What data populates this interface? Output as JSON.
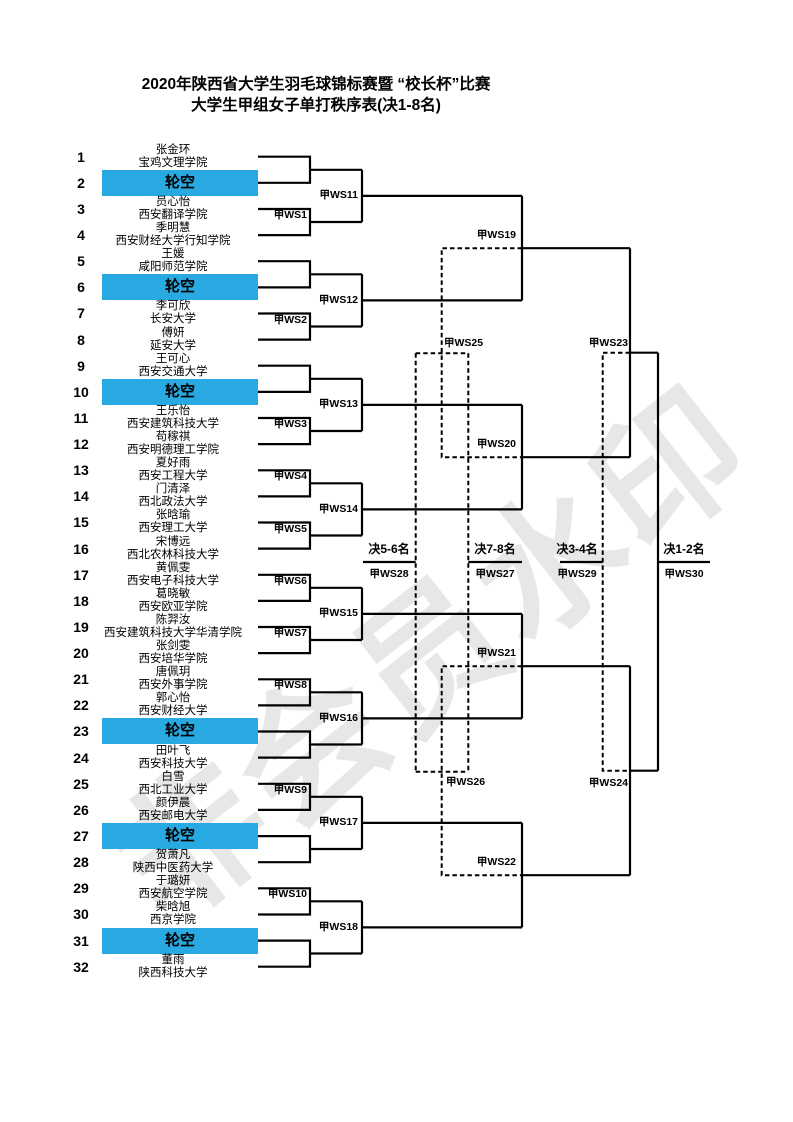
{
  "title": {
    "line1": "2020年陕西省大学生羽毛球锦标赛暨 “校长杯”比赛",
    "line2": "大学生甲组女子单打秩序表(决1-8名)"
  },
  "watermark": "非会员水印",
  "colors": {
    "bye_bg": "#29A9E1"
  },
  "entries": [
    {
      "no": "1",
      "name": "张金环",
      "school": "宝鸡文理学院"
    },
    {
      "no": "2",
      "name": "轮空",
      "bye": true
    },
    {
      "no": "3",
      "name": "员心怡",
      "school": "西安翻译学院"
    },
    {
      "no": "4",
      "name": "季明慧",
      "school": "西安财经大学行知学院"
    },
    {
      "no": "5",
      "name": "王媛",
      "school": "咸阳师范学院"
    },
    {
      "no": "6",
      "name": "轮空",
      "bye": true
    },
    {
      "no": "7",
      "name": "李可欣",
      "school": "长安大学"
    },
    {
      "no": "8",
      "name": "傅妍",
      "school": "延安大学"
    },
    {
      "no": "9",
      "name": "王可心",
      "school": "西安交通大学"
    },
    {
      "no": "10",
      "name": "轮空",
      "bye": true
    },
    {
      "no": "11",
      "name": "王乐怡",
      "school": "西安建筑科技大学"
    },
    {
      "no": "12",
      "name": "苟稼祺",
      "school": "西安明德理工学院"
    },
    {
      "no": "13",
      "name": "夏好雨",
      "school": "西安工程大学"
    },
    {
      "no": "14",
      "name": "门清泽",
      "school": "西北政法大学"
    },
    {
      "no": "15",
      "name": "张晗瑜",
      "school": "西安理工大学"
    },
    {
      "no": "16",
      "name": "宋博远",
      "school": "西北农林科技大学"
    },
    {
      "no": "17",
      "name": "黄佩雯",
      "school": "西安电子科技大学"
    },
    {
      "no": "18",
      "name": "葛晓敏",
      "school": "西安欧亚学院"
    },
    {
      "no": "19",
      "name": "陈羿汝",
      "school": "西安建筑科技大学华清学院"
    },
    {
      "no": "20",
      "name": "张剑雯",
      "school": "西安培华学院"
    },
    {
      "no": "21",
      "name": "唐佩玥",
      "school": "西安外事学院"
    },
    {
      "no": "22",
      "name": "郭心怡",
      "school": "西安财经大学"
    },
    {
      "no": "23",
      "name": "轮空",
      "bye": true
    },
    {
      "no": "24",
      "name": "田叶飞",
      "school": "西安科技大学"
    },
    {
      "no": "25",
      "name": "白雪",
      "school": "西北工业大学"
    },
    {
      "no": "26",
      "name": "颜伊晨",
      "school": "西安邮电大学"
    },
    {
      "no": "27",
      "name": "轮空",
      "bye": true
    },
    {
      "no": "28",
      "name": "贺萧凡",
      "school": "陕西中医药大学"
    },
    {
      "no": "29",
      "name": "于璐妍",
      "school": "西安航空学院"
    },
    {
      "no": "30",
      "name": "柴晗旭",
      "school": "西京学院"
    },
    {
      "no": "31",
      "name": "轮空",
      "bye": true
    },
    {
      "no": "32",
      "name": "董雨",
      "school": "陕西科技大学"
    }
  ],
  "matches": {
    "ws1": "甲WS1",
    "ws2": "甲WS2",
    "ws3": "甲WS3",
    "ws4": "甲WS4",
    "ws5": "甲WS5",
    "ws6": "甲WS6",
    "ws7": "甲WS7",
    "ws8": "甲WS8",
    "ws9": "甲WS9",
    "ws10": "甲WS10",
    "ws11": "甲WS11",
    "ws12": "甲WS12",
    "ws13": "甲WS13",
    "ws14": "甲WS14",
    "ws15": "甲WS15",
    "ws16": "甲WS16",
    "ws17": "甲WS17",
    "ws18": "甲WS18",
    "ws19": "甲WS19",
    "ws20": "甲WS20",
    "ws21": "甲WS21",
    "ws22": "甲WS22",
    "ws23": "甲WS23",
    "ws24": "甲WS24",
    "ws25": "甲WS25",
    "ws26": "甲WS26"
  },
  "finals": [
    {
      "title": "决5-6名",
      "match": "甲WS28"
    },
    {
      "title": "决7-8名",
      "match": "甲WS27"
    },
    {
      "title": "决3-4名",
      "match": "甲WS29"
    },
    {
      "title": "决1-2名",
      "match": "甲WS30"
    }
  ]
}
